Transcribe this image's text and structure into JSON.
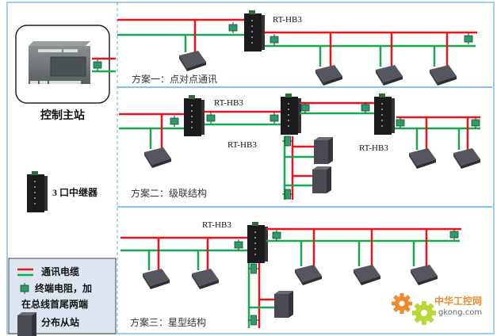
{
  "colors": {
    "frame": "#9fcdf0",
    "section_line": "#5ab4e0",
    "comm_red": "#e8141c",
    "comm_green": "#18a850",
    "terminator": "#2e9a6a",
    "device_dark": "#4a4a52",
    "legend_bg": "#dde6f0",
    "logo_orange": "#f08a30",
    "logo_green": "#b8d838"
  },
  "left_panel": {
    "master_label": "控制主站",
    "repeater_label": "3 口中继器"
  },
  "legend": {
    "items": [
      {
        "icon": "cable-icon",
        "label": "通讯电缆"
      },
      {
        "icon": "terminator-icon",
        "label": "终端电阻，加"
      },
      {
        "icon": "",
        "label": "在总线首尾两端"
      },
      {
        "icon": "slave-station-icon",
        "label": "分布从站"
      }
    ]
  },
  "schemes": [
    {
      "title": "方案一：点对点通讯",
      "repeaters": [
        "RT-HB3"
      ],
      "slaves": 4
    },
    {
      "title": "方案二：级联结构",
      "repeaters": [
        "RT-HB3",
        "RT-HB3",
        "RT-HB3"
      ],
      "slaves": 5
    },
    {
      "title": "方案三：星型结构",
      "repeaters": [
        "RT-HB3"
      ],
      "slaves": 6
    }
  ],
  "watermark": {
    "text_cn": "中华工控网",
    "text_en": "gkong.com"
  }
}
